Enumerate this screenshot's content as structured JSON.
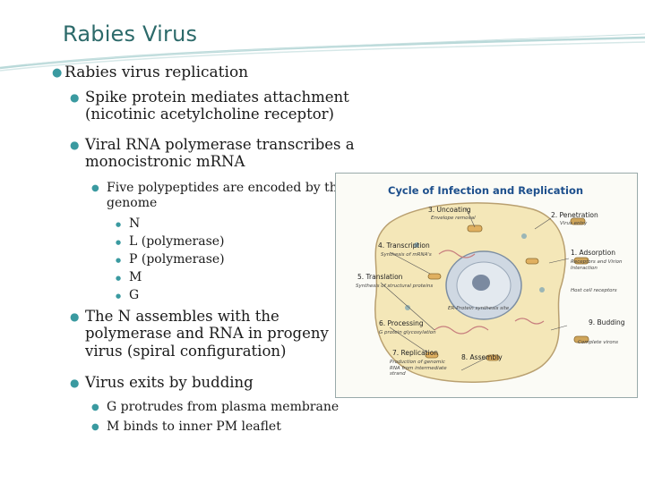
{
  "title": "Rabies Virus",
  "bullets": [
    {
      "level": 1,
      "text": "Rabies virus replication"
    },
    {
      "level": 2,
      "lines": [
        "Spike protein mediates attachment",
        "(nicotinic acetylcholine receptor)"
      ]
    },
    {
      "level": 2,
      "lines": [
        "Viral RNA polymerase transcribes a",
        "monocistronic mRNA"
      ]
    },
    {
      "level": 3,
      "lines": [
        "Five polypeptides are encoded by the",
        "genome"
      ]
    },
    {
      "level": 4,
      "items": [
        "N",
        "L (polymerase)",
        "P (polymerase)",
        "M",
        "G"
      ]
    },
    {
      "level": 2,
      "lines": [
        "The N assembles with the",
        "polymerase and RNA in progeny",
        "virus (spiral configuration)"
      ]
    },
    {
      "level": 2,
      "text": "Virus exits by budding"
    },
    {
      "level": 3,
      "items": [
        "G protrudes from plasma membrane",
        "M binds to inner PM leaflet"
      ]
    }
  ],
  "figure": {
    "title": "Cycle of Infection and Replication",
    "stages": {
      "uncoating": "3. Uncoating",
      "uncoating_sub": "Envelope removal",
      "penetration": "2. Penetration",
      "penetration_sub": "Virus entry",
      "transcription": "4. Transcription",
      "transcription_sub": "Synthesis of mRNA's",
      "adsorption": "1. Adsorption",
      "adsorption_sub": "Receptors and Virion Interaction",
      "translation": "5. Translation",
      "translation_sub": "Synthesis of structural proteins",
      "host_receptors": "Host cell receptors",
      "processing": "6. Processing",
      "processing_sub": "G protein glycosylation",
      "budding": "9. Budding",
      "budding_sub": "Complete virons",
      "replication": "7. Replication",
      "replication_sub": "Production of genomic RNA from intermediate strand",
      "assembly": "8. Assembly",
      "rer_label": "ER-Protein synthesis site"
    }
  }
}
